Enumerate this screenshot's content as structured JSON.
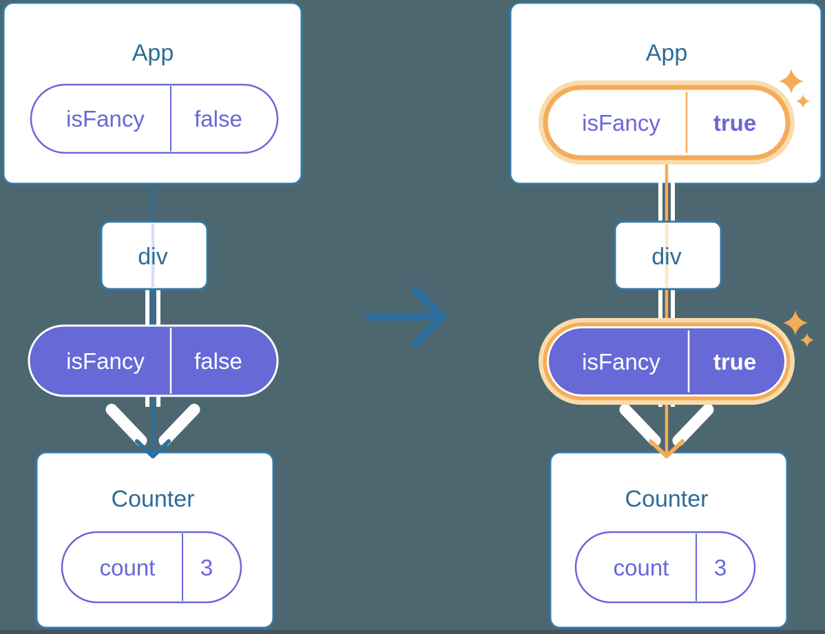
{
  "colors": {
    "background": "#4D6770",
    "bottom_strip": "#40545C",
    "card_border": "#3379A7",
    "title_text": "#2E6C96",
    "tree_line": "#2C6F9F",
    "purple_fill": "#6669D6",
    "purple_text": "#6A66D9",
    "orange": "#F5AC57",
    "orange_glow": "#F9DCAE",
    "pale_lavender": "#D8DFF4",
    "pale_orange": "#FBE6C4"
  },
  "icons": {
    "transition_arrow": "right-arrow",
    "sparkle": "four-point-star"
  },
  "left_tree": {
    "app": {
      "title": "App",
      "pill": {
        "key": "isFancy",
        "value": "false"
      }
    },
    "div_label": "div",
    "state_pill": {
      "key": "isFancy",
      "value": "false"
    },
    "counter": {
      "title": "Counter",
      "pill": {
        "key": "count",
        "value": "3"
      }
    }
  },
  "right_tree": {
    "app": {
      "title": "App",
      "pill": {
        "key": "isFancy",
        "value": "true"
      }
    },
    "div_label": "div",
    "state_pill": {
      "key": "isFancy",
      "value": "true"
    },
    "counter": {
      "title": "Counter",
      "pill": {
        "key": "count",
        "value": "3"
      }
    }
  }
}
